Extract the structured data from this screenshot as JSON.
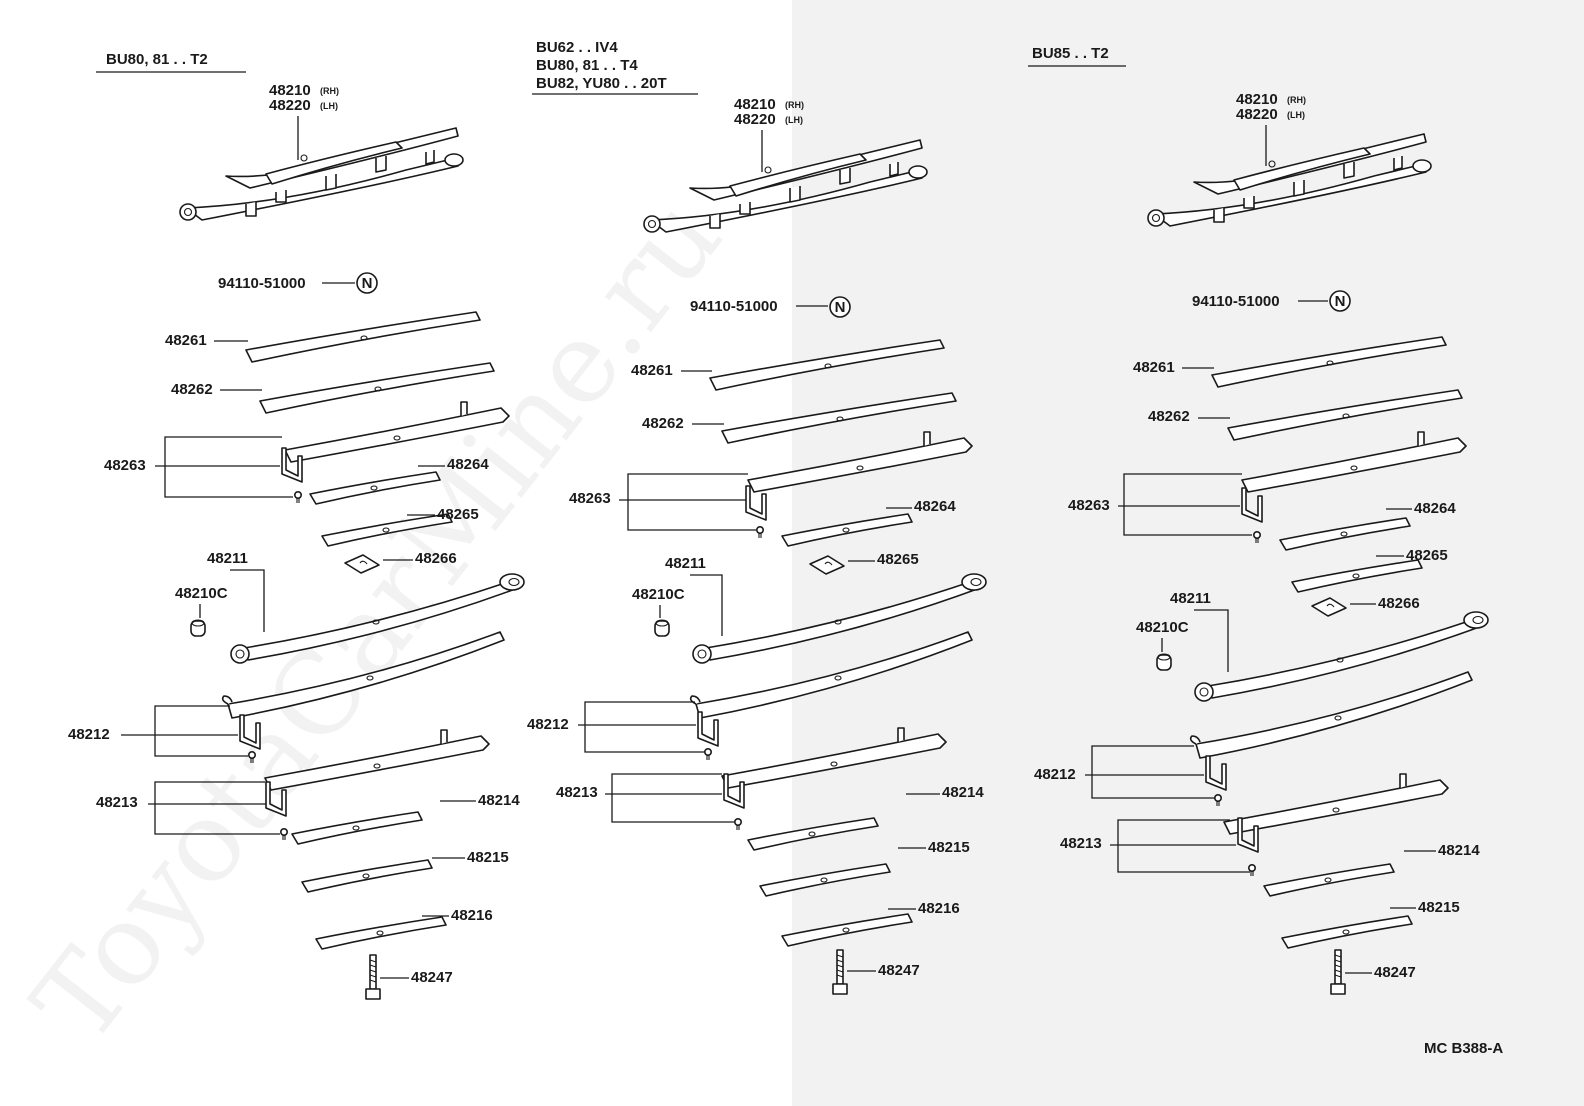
{
  "diagram": {
    "code": "MC B388-A",
    "watermark": "ToyotaCarMine.ru",
    "colors": {
      "ink": "#1a1a1a",
      "paper": "#ffffff",
      "right_panel": "#f2f2f2"
    },
    "columns": [
      {
        "header_lines": [
          "BU80, 81 . . T2"
        ],
        "assembly": {
          "rh": "48210",
          "rh_suffix": "(RH)",
          "lh": "48220",
          "lh_suffix": "(LH)"
        },
        "n_part": "94110-51000",
        "n_symbol": "N",
        "labels": {
          "p48261": "48261",
          "p48262": "48262",
          "p48263": "48263",
          "p48264": "48264",
          "p48265": "48265",
          "p48266": "48266",
          "p48211": "48211",
          "p48210c": "48210C",
          "p48212": "48212",
          "p48213": "48213",
          "p48214": "48214",
          "p48215": "48215",
          "p48216": "48216",
          "p48247": "48247"
        }
      },
      {
        "header_lines": [
          "BU62 . . IV4",
          "BU80, 81 . . T4",
          "BU82, YU80 . . 20T"
        ],
        "assembly": {
          "rh": "48210",
          "rh_suffix": "(RH)",
          "lh": "48220",
          "lh_suffix": "(LH)"
        },
        "n_part": "94110-51000",
        "n_symbol": "N",
        "labels": {
          "p48261": "48261",
          "p48262": "48262",
          "p48263": "48263",
          "p48264": "48264",
          "p48265": "48265",
          "p48211": "48211",
          "p48210c": "48210C",
          "p48212": "48212",
          "p48213": "48213",
          "p48214": "48214",
          "p48215": "48215",
          "p48216": "48216",
          "p48247": "48247"
        }
      },
      {
        "header_lines": [
          "BU85 . . T2"
        ],
        "assembly": {
          "rh": "48210",
          "rh_suffix": "(RH)",
          "lh": "48220",
          "lh_suffix": "(LH)"
        },
        "n_part": "94110-51000",
        "n_symbol": "N",
        "labels": {
          "p48261": "48261",
          "p48262": "48262",
          "p48263": "48263",
          "p48264": "48264",
          "p48265": "48265",
          "p48266": "48266",
          "p48211": "48211",
          "p48210c": "48210C",
          "p48212": "48212",
          "p48213": "48213",
          "p48214": "48214",
          "p48215": "48215",
          "p48247": "48247"
        }
      }
    ]
  }
}
